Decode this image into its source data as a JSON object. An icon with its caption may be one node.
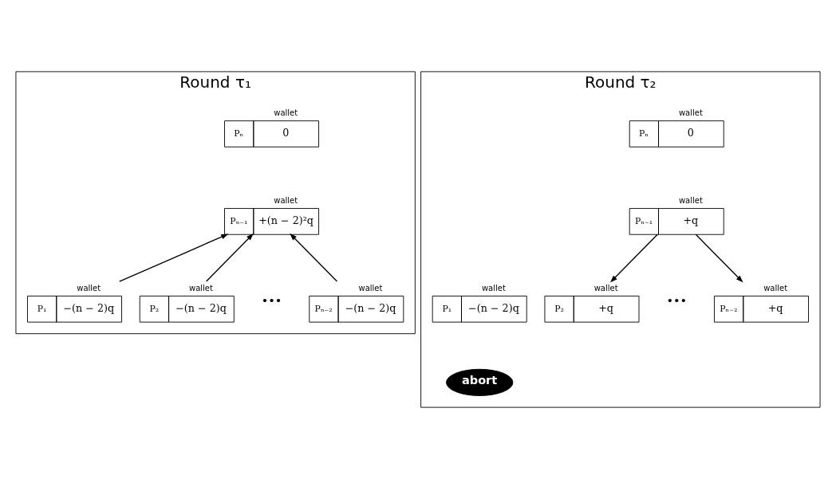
{
  "diagram": {
    "nodes": [
      {
        "text": [
          "Round τ₁"
        ]
      },
      {
        "text": [
          "Pₙ",
          "0"
        ],
        "beside": [
          "wallet"
        ],
        "in": 0
      },
      {
        "text": [
          "Pₙ₋₁",
          "+(n − 2)²q"
        ],
        "beside": [
          "wallet"
        ],
        "in": 0
      },
      {
        "text": [
          "P₁",
          "−(n − 2)q"
        ],
        "beside": [
          "wallet"
        ],
        "in": 0
      },
      {
        "text": [
          "P₂",
          "−(n − 2)q"
        ],
        "beside": [
          "wallet"
        ],
        "in": 0
      },
      {
        "text": [
          "Pₙ₋₂",
          "−(n − 2)q"
        ],
        "beside": [
          "wallet"
        ],
        "in": 0
      },
      {
        "text": [
          "Round τ₂"
        ]
      },
      {
        "text": [
          "Pₙ",
          "0"
        ],
        "beside": [
          "wallet"
        ],
        "in": 6
      },
      {
        "text": [
          "Pₙ₋₁",
          "+q"
        ],
        "beside": [
          "wallet"
        ],
        "in": 6
      },
      {
        "text": [
          "P₁",
          "−(n − 2)q"
        ],
        "beside": [
          "wallet"
        ],
        "in": 6
      },
      {
        "text": [
          "P₂",
          "+q"
        ],
        "beside": [
          "wallet"
        ],
        "in": 6
      },
      {
        "text": [
          "Pₙ₋₂",
          "+q"
        ],
        "beside": [
          "wallet"
        ],
        "in": 6
      },
      {
        "text": [
          "abort"
        ],
        "in": 6
      }
    ],
    "edges": [
      {
        "from": 3,
        "to": 2,
        "arrow": "to"
      },
      {
        "from": 4,
        "to": 2,
        "arrow": "to"
      },
      {
        "from": 5,
        "to": 2,
        "arrow": "to"
      },
      {
        "from": 8,
        "to": 10,
        "arrow": "to"
      },
      {
        "from": 8,
        "to": 11,
        "arrow": "to"
      }
    ],
    "labels": [
      "•••",
      "•••"
    ]
  }
}
